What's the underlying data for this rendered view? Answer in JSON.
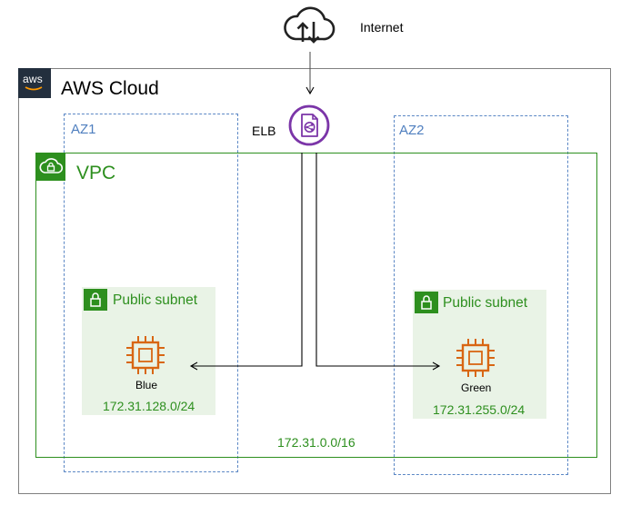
{
  "internet": {
    "label": "Internet",
    "icon": "cloud-upload-download-icon"
  },
  "aws_cloud": {
    "title": "AWS Cloud",
    "logo_text": "aws"
  },
  "availability_zones": [
    {
      "label": "AZ1"
    },
    {
      "label": "AZ2"
    }
  ],
  "vpc": {
    "title": "VPC",
    "cidr": "172.31.0.0/16"
  },
  "load_balancer": {
    "label": "ELB",
    "icon": "elastic-load-balancer-icon"
  },
  "subnets": [
    {
      "title": "Public subnet",
      "instance_label": "Blue",
      "cidr": "172.31.128.0/24"
    },
    {
      "title": "Public subnet",
      "instance_label": "Green",
      "cidr": "172.31.255.0/24"
    }
  ],
  "colors": {
    "aws_dark": "#232f3e",
    "vpc_green": "#2d8f1e",
    "subnet_fill": "#e9f3e6",
    "az_blue": "#5b87c5",
    "elb_purple": "#7b35a8",
    "ec2_orange": "#d86613"
  }
}
